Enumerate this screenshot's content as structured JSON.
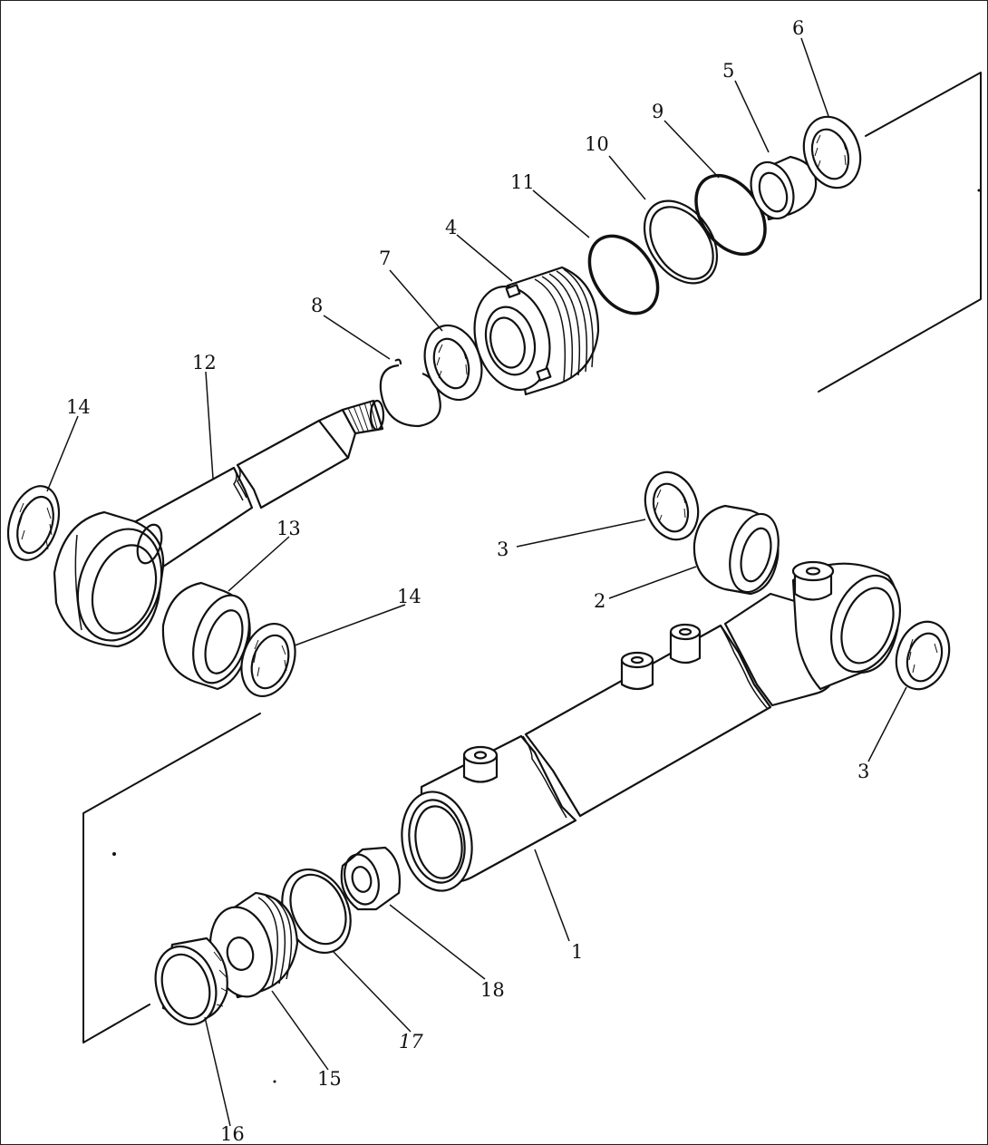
{
  "diagram": {
    "labels": [
      {
        "id": "p1",
        "text": "1"
      },
      {
        "id": "p2",
        "text": "2"
      },
      {
        "id": "p3a",
        "text": "3"
      },
      {
        "id": "p3b",
        "text": "3"
      },
      {
        "id": "p4",
        "text": "4"
      },
      {
        "id": "p5",
        "text": "5"
      },
      {
        "id": "p6",
        "text": "6"
      },
      {
        "id": "p7",
        "text": "7"
      },
      {
        "id": "p8",
        "text": "8"
      },
      {
        "id": "p9",
        "text": "9"
      },
      {
        "id": "p10",
        "text": "10"
      },
      {
        "id": "p11",
        "text": "11"
      },
      {
        "id": "p12",
        "text": "12"
      },
      {
        "id": "p13",
        "text": "13"
      },
      {
        "id": "p14a",
        "text": "14"
      },
      {
        "id": "p14b",
        "text": "14"
      },
      {
        "id": "p15",
        "text": "15"
      },
      {
        "id": "p16",
        "text": "16"
      },
      {
        "id": "p17",
        "text": "17"
      },
      {
        "id": "p18",
        "text": "18"
      }
    ]
  }
}
